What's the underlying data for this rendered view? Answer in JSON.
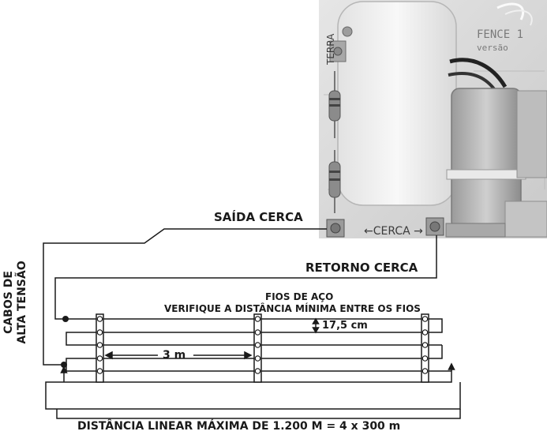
{
  "board": {
    "label_cerca": "←CERCA →",
    "label_terra": "TERRA",
    "label_brand": "FENCE 1",
    "label_version": "versão"
  },
  "labels": {
    "saida_cerca": "SAÍDA CERCA",
    "retorno_cerca": "RETORNO CERCA",
    "cabos_line1": "CABOS DE",
    "cabos_line2": "ALTA TENSÃO",
    "fios_title": "FIOS DE AÇO",
    "fios_subtitle": "VERIFIQUE A DISTÂNCIA MÍNIMA ENTRE OS FIOS",
    "spacing": "17,5 cm",
    "post_distance": "3 m",
    "linear_distance": "DISTÂNCIA LINEAR MÁXIMA DE 1.200 M = 4 x 300 m"
  },
  "colors": {
    "line": "#1a1a1a",
    "board": "#dcdcdc",
    "component": "#f1f1f1"
  }
}
